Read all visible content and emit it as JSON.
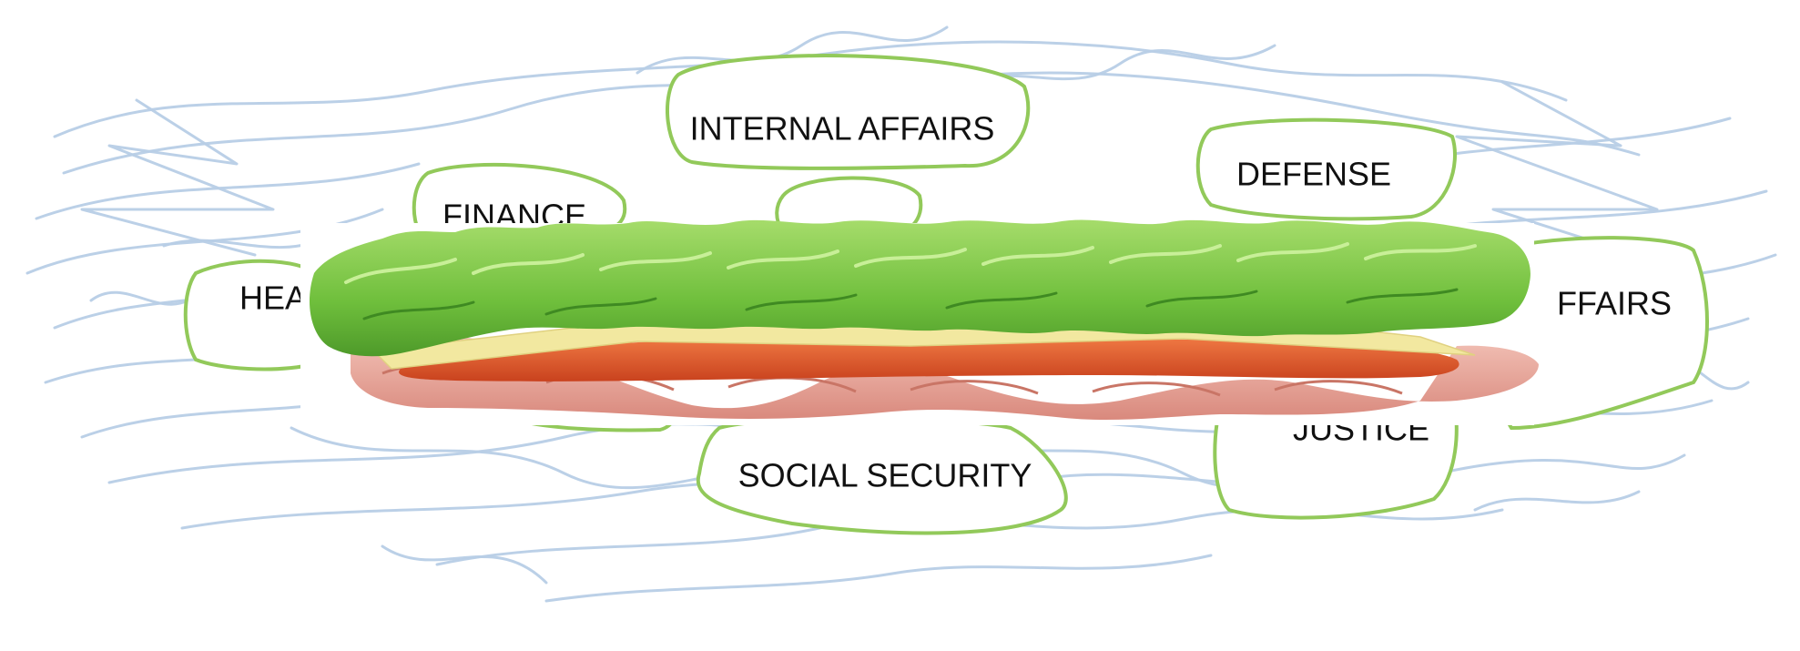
{
  "diagram": {
    "topics": [
      {
        "id": "internal-affairs",
        "label": "INTERNAL AFFAIRS"
      },
      {
        "id": "defense",
        "label": "DEFENSE"
      },
      {
        "id": "finance",
        "label": "FINANCE"
      },
      {
        "id": "health",
        "label": "HEA"
      },
      {
        "id": "foreign-affairs",
        "label": "FFAIRS"
      },
      {
        "id": "social-security",
        "label": "SOCIAL SECURITY"
      },
      {
        "id": "justice",
        "label": "JUSTICE"
      }
    ]
  },
  "colors": {
    "scribble": "#b7cde6",
    "bubble_outline": "#92c95a",
    "lettuce": "#7cc545",
    "cheese": "#f2e8a0",
    "tomato": "#e0562a",
    "ham": "#e8a59a"
  }
}
